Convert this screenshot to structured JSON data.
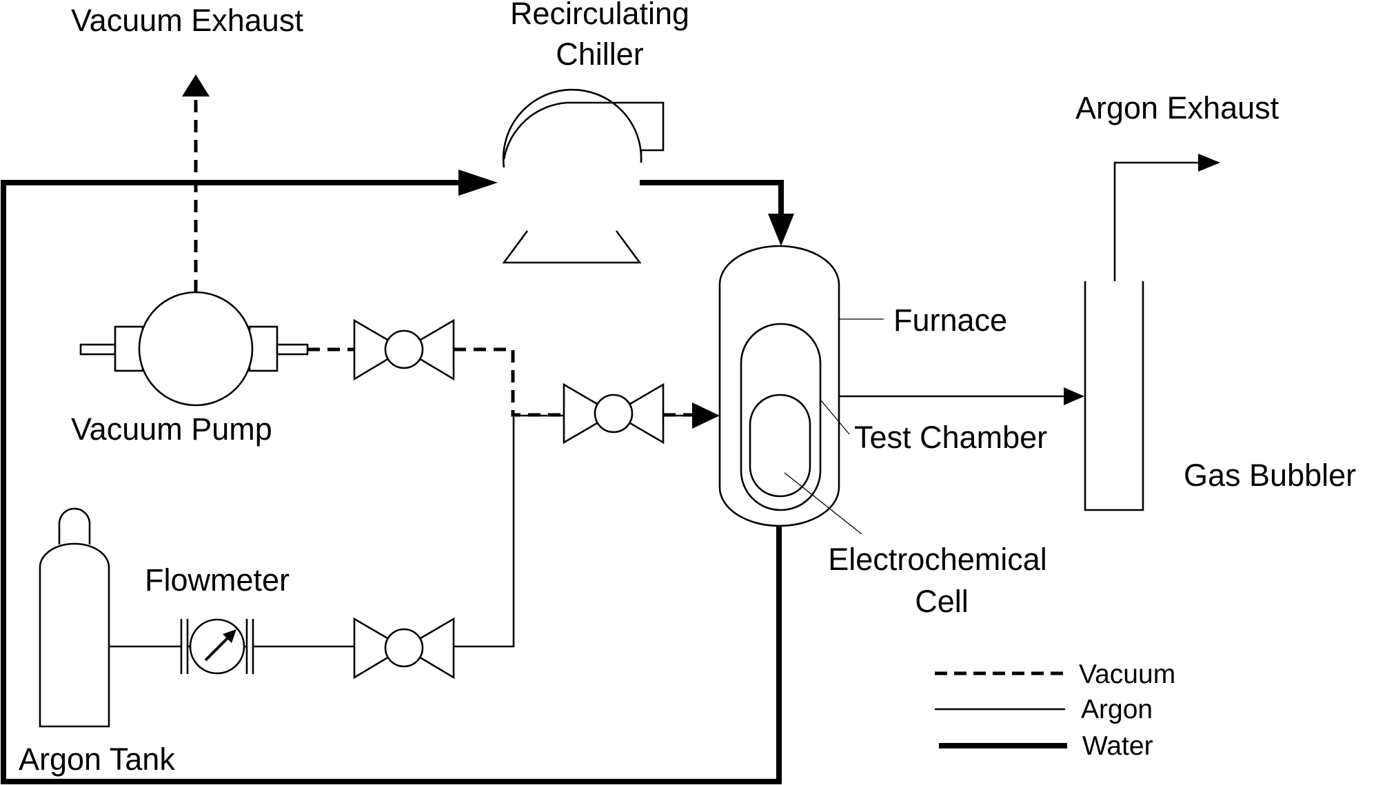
{
  "labels": {
    "vacuum_exhaust": "Vacuum Exhaust",
    "chiller_line1": "Recirculating",
    "chiller_line2": "Chiller",
    "argon_exhaust": "Argon Exhaust",
    "furnace": "Furnace",
    "vacuum_pump": "Vacuum Pump",
    "test_chamber": "Test Chamber",
    "gas_bubbler": "Gas Bubbler",
    "flowmeter": "Flowmeter",
    "electrochemical_line1": "Electrochemical",
    "electrochemical_line2": "Cell",
    "argon_tank": "Argon Tank"
  },
  "legend": {
    "vacuum": "Vacuum",
    "argon": "Argon",
    "water": "Water"
  },
  "line_styles": {
    "vacuum": "dashed",
    "argon": "thin solid",
    "water": "thick solid"
  }
}
